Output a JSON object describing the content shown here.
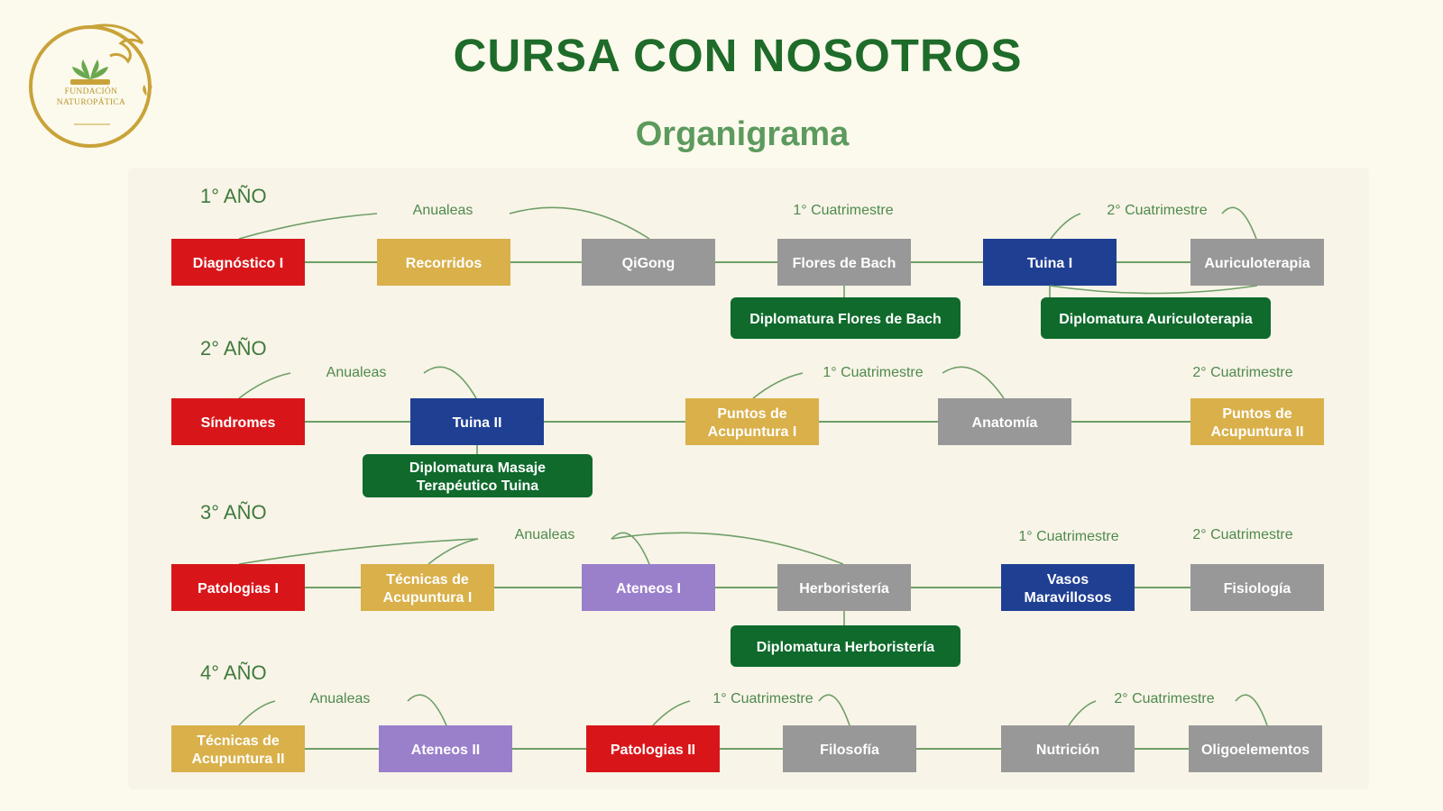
{
  "header": {
    "title": "CURSA CON NOSOTROS",
    "subtitle": "Organigrama"
  },
  "logo": {
    "line1": "FUNDACIÓN",
    "line2": "NATUROPÁTICA"
  },
  "colors": {
    "red": "#d8161a",
    "gold": "#d9b04a",
    "gray": "#999898",
    "navy": "#1f3f93",
    "purple": "#9a7fcb",
    "green": "#0f6a2c",
    "line": "#6f9f67",
    "title": "#1e6b2a",
    "subtitle": "#5c9a5e"
  },
  "years": [
    {
      "label": "1° AÑO",
      "groups": [
        "Anualeas",
        "1° Cuatrimestre",
        "2° Cuatrimestre"
      ],
      "courses": [
        {
          "name": "Diagnóstico I",
          "color": "red"
        },
        {
          "name": "Recorridos",
          "color": "gold"
        },
        {
          "name": "QiGong",
          "color": "gray"
        },
        {
          "name": "Flores de Bach",
          "color": "gray"
        },
        {
          "name": "Tuina I",
          "color": "navy"
        },
        {
          "name": "Auriculoterapia",
          "color": "gray"
        }
      ],
      "diplomas": [
        "Diplomatura Flores de Bach",
        "Diplomatura Auriculoterapia"
      ]
    },
    {
      "label": "2° AÑO",
      "groups": [
        "Anualeas",
        "1° Cuatrimestre",
        "2° Cuatrimestre"
      ],
      "courses": [
        {
          "name": "Síndromes",
          "color": "red"
        },
        {
          "name": "Tuina II",
          "color": "navy"
        },
        {
          "name": "Puntos de Acupuntura I",
          "color": "gold"
        },
        {
          "name": "Anatomía",
          "color": "gray"
        },
        {
          "name": "Puntos de Acupuntura II",
          "color": "gold"
        }
      ],
      "diplomas": [
        "Diplomatura Masaje Terapéutico Tuina"
      ]
    },
    {
      "label": "3° AÑO",
      "groups": [
        "Anualeas",
        "1° Cuatrimestre",
        "2° Cuatrimestre"
      ],
      "courses": [
        {
          "name": "Patologias I",
          "color": "red"
        },
        {
          "name": "Técnicas de Acupuntura I",
          "color": "gold"
        },
        {
          "name": "Ateneos I",
          "color": "purple"
        },
        {
          "name": "Herboristería",
          "color": "gray"
        },
        {
          "name": "Vasos Maravillosos",
          "color": "navy"
        },
        {
          "name": "Fisiología",
          "color": "gray"
        }
      ],
      "diplomas": [
        "Diplomatura Herboristería"
      ]
    },
    {
      "label": "4° AÑO",
      "groups": [
        "Anualeas",
        "1° Cuatrimestre",
        "2° Cuatrimestre"
      ],
      "courses": [
        {
          "name": "Técnicas de Acupuntura II",
          "color": "gold"
        },
        {
          "name": "Ateneos II",
          "color": "purple"
        },
        {
          "name": "Patologias II",
          "color": "red"
        },
        {
          "name": "Filosofía",
          "color": "gray"
        },
        {
          "name": "Nutrición",
          "color": "gray"
        },
        {
          "name": "Oligoelementos",
          "color": "gray"
        }
      ],
      "diplomas": []
    }
  ]
}
